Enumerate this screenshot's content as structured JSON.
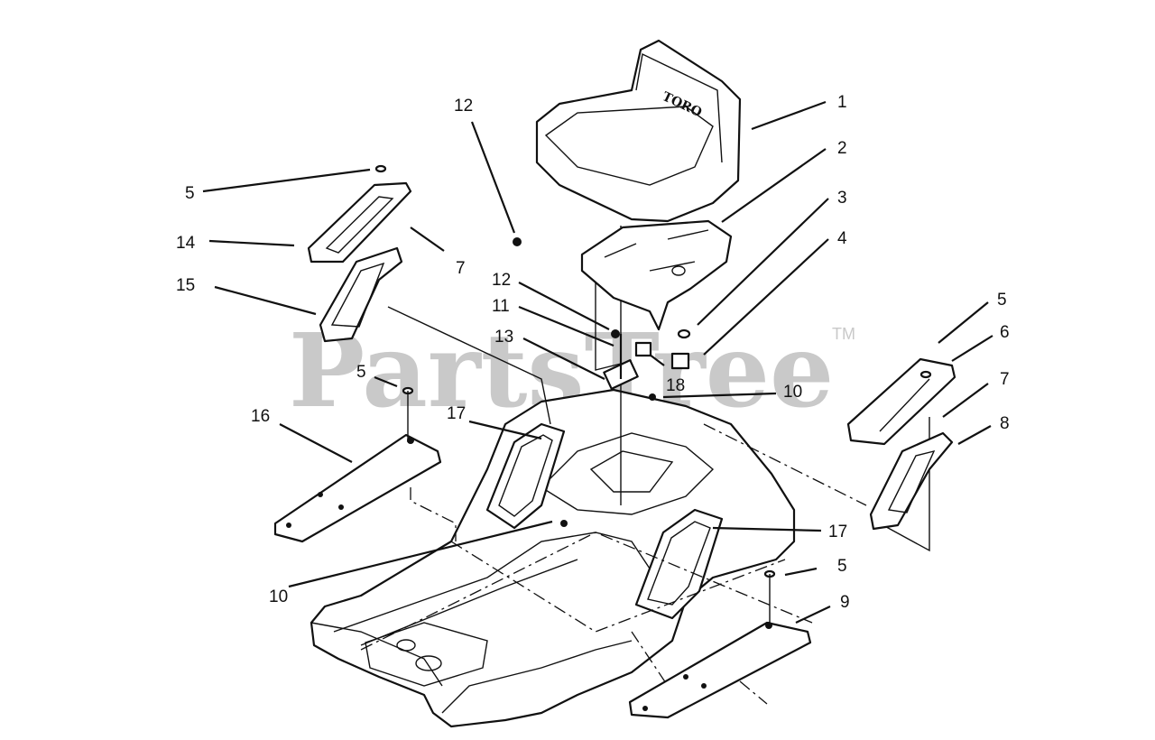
{
  "watermark": {
    "text": "PartsTree",
    "trademark": "TM"
  },
  "seat_logo": "TORO",
  "callouts": [
    {
      "id": "c1",
      "label": "1"
    },
    {
      "id": "c2",
      "label": "2"
    },
    {
      "id": "c3",
      "label": "3"
    },
    {
      "id": "c4",
      "label": "4"
    },
    {
      "id": "c5a",
      "label": "5"
    },
    {
      "id": "c5b",
      "label": "5"
    },
    {
      "id": "c5c",
      "label": "5"
    },
    {
      "id": "c5d",
      "label": "5"
    },
    {
      "id": "c6",
      "label": "6"
    },
    {
      "id": "c7a",
      "label": "7"
    },
    {
      "id": "c7b",
      "label": "7"
    },
    {
      "id": "c8",
      "label": "8"
    },
    {
      "id": "c9",
      "label": "9"
    },
    {
      "id": "c10a",
      "label": "10"
    },
    {
      "id": "c10b",
      "label": "10"
    },
    {
      "id": "c11",
      "label": "11"
    },
    {
      "id": "c12a",
      "label": "12"
    },
    {
      "id": "c12b",
      "label": "12"
    },
    {
      "id": "c13",
      "label": "13"
    },
    {
      "id": "c14",
      "label": "14"
    },
    {
      "id": "c15",
      "label": "15"
    },
    {
      "id": "c16",
      "label": "16"
    },
    {
      "id": "c17a",
      "label": "17"
    },
    {
      "id": "c17b",
      "label": "17"
    },
    {
      "id": "c18",
      "label": "18"
    }
  ]
}
